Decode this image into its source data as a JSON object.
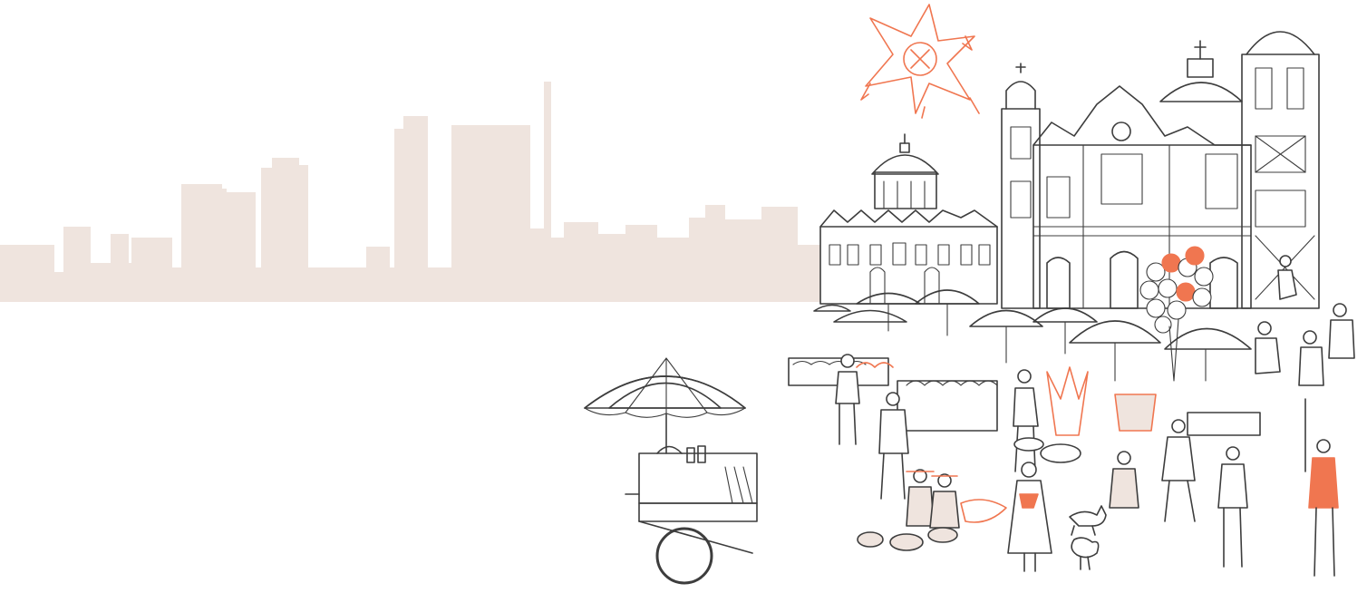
{
  "scene": {
    "colors": {
      "skyline": "#efe4de",
      "line": "#3d3d3d",
      "accent": "#f07650",
      "fill_light": "#efe4de",
      "fill_dark": "#4a4a4a",
      "background": "#ffffff"
    },
    "elements": [
      "city-skyline-silhouette",
      "pinata-star",
      "basilica-church",
      "chapel-dome",
      "market-umbrellas",
      "street-vendor-cart",
      "market-crowd",
      "balloon-bunch",
      "chicken",
      "dog"
    ]
  }
}
